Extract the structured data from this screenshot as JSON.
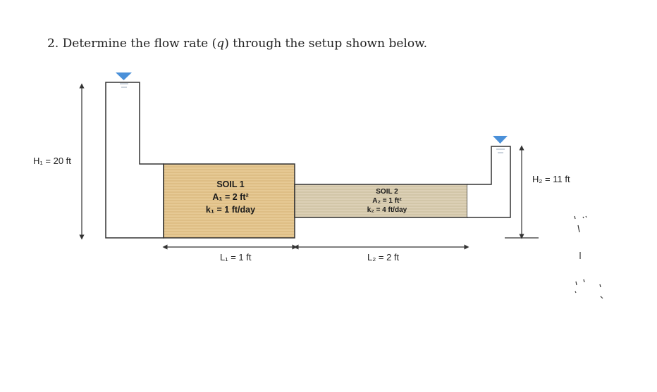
{
  "question": {
    "number": "2.",
    "text_before": "Determine the flow rate (",
    "variable": "q",
    "text_after": ") through the setup shown below."
  },
  "tank_left": {
    "head_label": "H₁ = 20 ft"
  },
  "tank_right": {
    "head_label": "H₂ = 11 ft"
  },
  "soil_1": {
    "title": "SOIL 1",
    "area": "A₁ = 2 ft²",
    "permeability": "k₁ = 1 ft/day",
    "length_label": "L₁ = 1 ft",
    "fill_color": "#e3c48c"
  },
  "soil_2": {
    "title": "SOIL 2",
    "area": "A₂ = 1 ft²",
    "permeability": "k₂ = 4 ft/day",
    "length_label": "L₂ = 2 ft",
    "fill_color": "#d8ccb0"
  },
  "colors": {
    "water_level_marker": "#4a90d9",
    "outline": "#333333"
  }
}
